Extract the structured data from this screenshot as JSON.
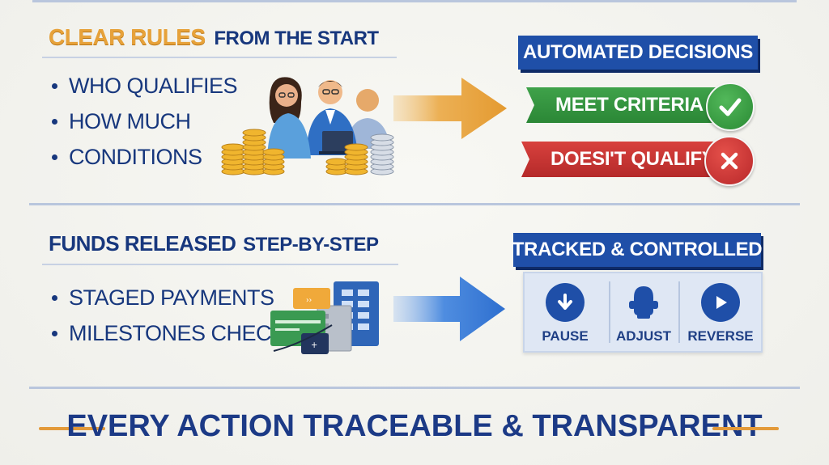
{
  "section1": {
    "title_accent": "CLEAR RULES",
    "title_rest": "FROM THE START",
    "bullets": [
      "WHO QUALIFIES",
      "HOW MUCH",
      "CONDITIONS"
    ]
  },
  "decisions": {
    "banner": "AUTOMATED DECISIONS",
    "pass_label": "MEET CRITERIA",
    "fail_label": "DOESI'T QUALIFY"
  },
  "section2": {
    "title_main": "FUNDS RELEASED",
    "title_rest": "STEP-BY-STEP",
    "bullets": [
      "STAGED PAYMENTS",
      "MILESTONES CHECKED"
    ]
  },
  "tracking": {
    "banner": "TRACKED & CONTROLLED",
    "controls": [
      {
        "label": "PAUSE",
        "icon": "pause-down-arrow-icon"
      },
      {
        "label": "ADJUST",
        "icon": "adjust-icon"
      },
      {
        "label": "REVERSE",
        "icon": "reverse-play-icon"
      }
    ]
  },
  "footer": {
    "text": "EVERY ACTION TRACEABLE & TRANSPARENT"
  },
  "colors": {
    "navy": "#17377d",
    "accent_orange": "#e7a23a",
    "banner_blue": "#1f4fa8",
    "success_green": "#2b8736",
    "fail_red": "#c63431"
  }
}
